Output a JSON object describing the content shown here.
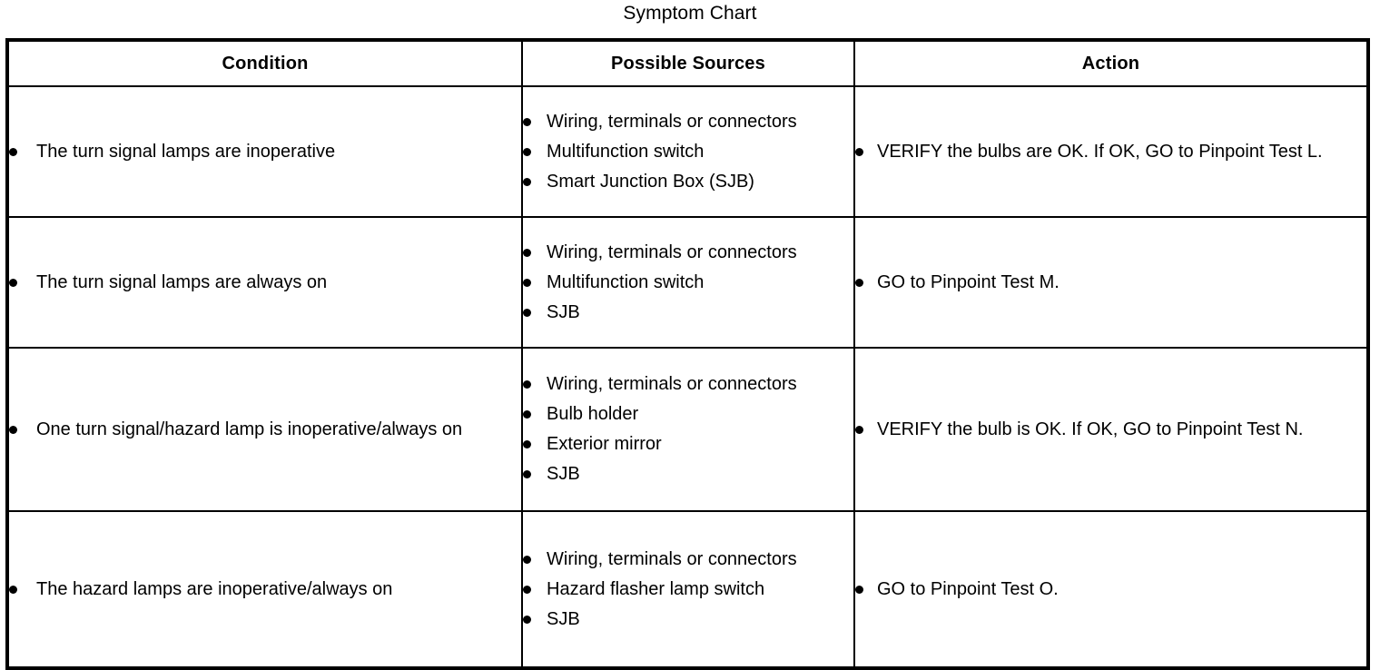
{
  "title": "Symptom Chart",
  "table": {
    "headers": [
      "Condition",
      "Possible Sources",
      "Action"
    ],
    "rows": [
      {
        "condition": [
          "The turn signal lamps are inoperative"
        ],
        "sources": [
          "Wiring, terminals or connectors",
          "Multifunction switch",
          "Smart Junction Box (SJB)"
        ],
        "action": [
          "VERIFY the bulbs are OK. If OK, GO to Pinpoint Test L."
        ]
      },
      {
        "condition": [
          "The turn signal lamps are always on"
        ],
        "sources": [
          "Wiring, terminals or connectors",
          "Multifunction switch",
          "SJB"
        ],
        "action": [
          "GO to Pinpoint Test M."
        ]
      },
      {
        "condition": [
          "One turn signal/hazard lamp is inoperative/always on"
        ],
        "sources": [
          "Wiring, terminals or connectors",
          "Bulb holder",
          "Exterior mirror",
          "SJB"
        ],
        "action": [
          "VERIFY the bulb is OK. If OK, GO to Pinpoint Test N."
        ]
      },
      {
        "condition": [
          "The hazard lamps are inoperative/always on"
        ],
        "sources": [
          "Wiring, terminals or connectors",
          "Hazard flasher lamp switch",
          "SJB"
        ],
        "action": [
          "GO to Pinpoint Test O."
        ]
      }
    ]
  },
  "chart_data": {
    "type": "table",
    "title": "Symptom Chart",
    "columns": [
      "Condition",
      "Possible Sources",
      "Action"
    ],
    "rows": [
      [
        "The turn signal lamps are inoperative",
        "Wiring, terminals or connectors; Multifunction switch; Smart Junction Box (SJB)",
        "VERIFY the bulbs are OK. If OK, GO to Pinpoint Test L."
      ],
      [
        "The turn signal lamps are always on",
        "Wiring, terminals or connectors; Multifunction switch; SJB",
        "GO to Pinpoint Test M."
      ],
      [
        "One turn signal/hazard lamp is inoperative/always on",
        "Wiring, terminals or connectors; Bulb holder; Exterior mirror; SJB",
        "VERIFY the bulb is OK. If OK, GO to Pinpoint Test N."
      ],
      [
        "The hazard lamps are inoperative/always on",
        "Wiring, terminals or connectors; Hazard flasher lamp switch; SJB",
        "GO to Pinpoint Test O."
      ]
    ]
  }
}
